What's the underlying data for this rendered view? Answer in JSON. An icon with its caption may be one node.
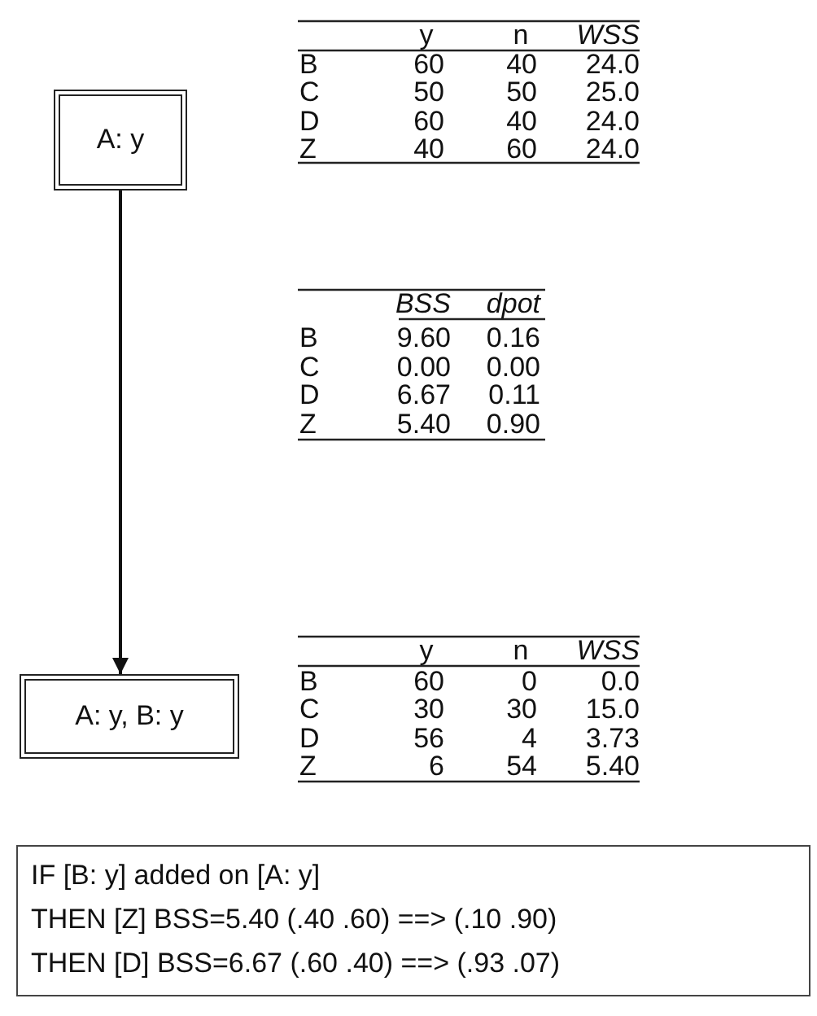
{
  "diagram": {
    "nodes": [
      {
        "text": [
          "A: y"
        ]
      },
      {
        "text": [
          "A: y, B: y"
        ]
      },
      {
        "text": [
          "IF [B: y] added on [A: y]",
          "THEN [Z] BSS=5.40 (.40 .60) ==> (.10 .90)",
          "THEN [D] BSS=6.67 (.60 .40) ==> (.93 .07)"
        ]
      }
    ],
    "edges": [
      {
        "from": 0,
        "to": 1,
        "arrow": "to"
      }
    ],
    "labels": [
      "y",
      "n",
      "WSS",
      "B",
      "60",
      "40",
      "24.0",
      "C",
      "50",
      "50",
      "25.0",
      "D",
      "60",
      "40",
      "24.0",
      "Z",
      "40",
      "60",
      "24.0",
      "BSS",
      "dpot",
      "B",
      "9.60",
      "0.16",
      "C",
      "0.00",
      "0.00",
      "D",
      "6.67",
      "0.11",
      "Z",
      "5.40",
      "0.90",
      "y",
      "n",
      "WSS",
      "B",
      "60",
      "0",
      "0.0",
      "C",
      "30",
      "30",
      "15.0",
      "D",
      "56",
      "4",
      "3.73",
      "Z",
      "6",
      "54",
      "5.40"
    ]
  }
}
